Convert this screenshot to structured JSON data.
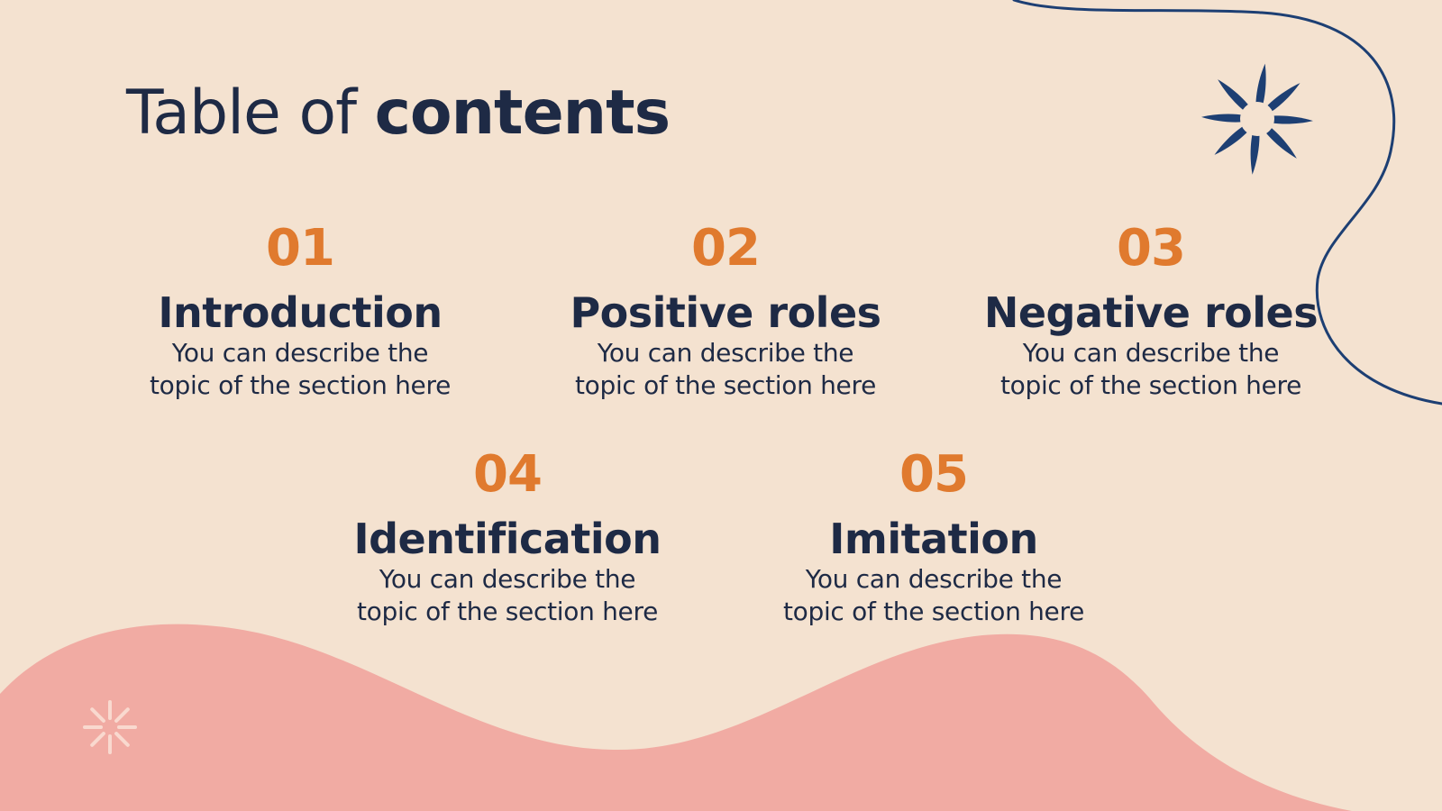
{
  "colors": {
    "background": "#F4E2D0",
    "navy": "#1E2A45",
    "orange": "#E07A2E",
    "pink": "#F1ABA3",
    "line_blue": "#1D3F73",
    "spark_light": "#F9D9CF"
  },
  "title": {
    "regular": "Table of ",
    "bold": "contents"
  },
  "sections": [
    {
      "number": "01",
      "heading": "Introduction",
      "desc_line1": "You can describe the",
      "desc_line2": "topic of the section here"
    },
    {
      "number": "02",
      "heading": "Positive roles",
      "desc_line1": "You can describe the",
      "desc_line2": "topic of the section here"
    },
    {
      "number": "03",
      "heading": "Negative roles",
      "desc_line1": "You can describe the",
      "desc_line2": "topic of the section here"
    },
    {
      "number": "04",
      "heading": "Identification",
      "desc_line1": "You can describe the",
      "desc_line2": "topic of the section here"
    },
    {
      "number": "05",
      "heading": "Imitation",
      "desc_line1": "You can describe the",
      "desc_line2": "topic of the section here"
    }
  ],
  "decorations": {
    "top_right_icon": "asterisk-burst-icon",
    "bottom_left_icon": "sparkle-icon"
  }
}
